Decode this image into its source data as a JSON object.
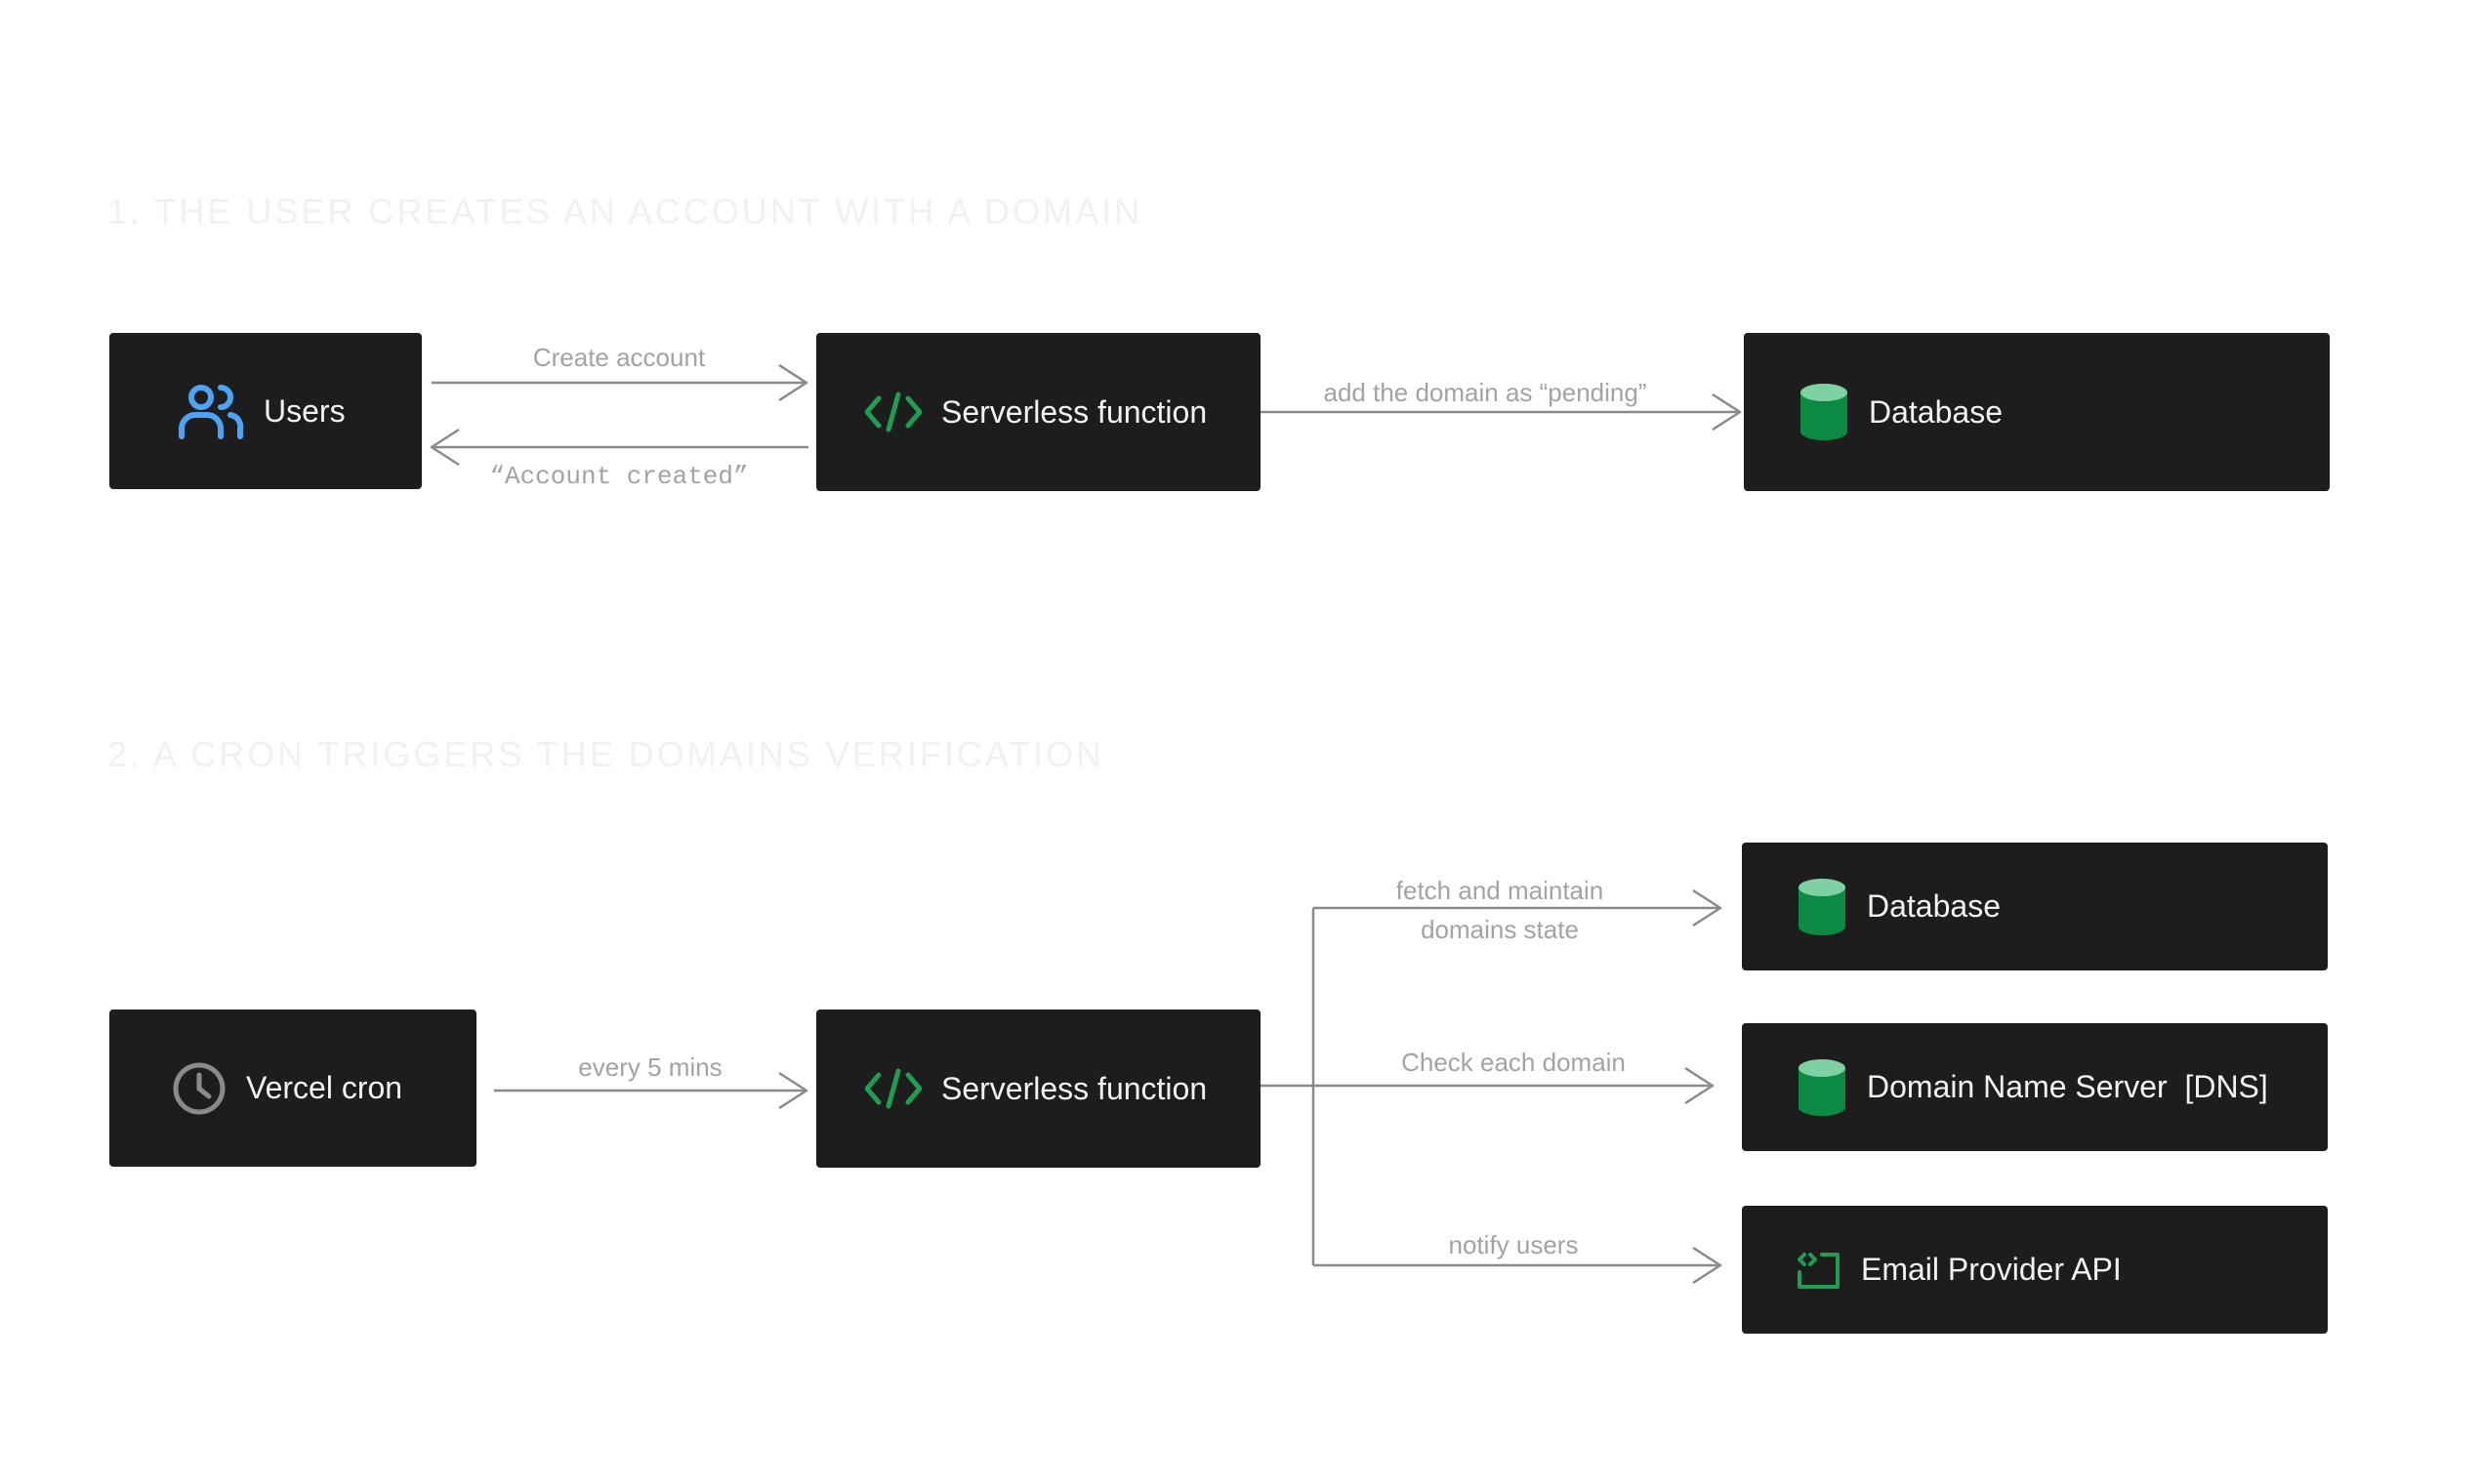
{
  "section1": {
    "heading": "1. THE USER CREATES AN ACCOUNT WITH A DOMAIN",
    "users": {
      "label": "Users",
      "icon": "users-icon"
    },
    "serverless": {
      "label": "Serverless function",
      "icon": "code-icon"
    },
    "database": {
      "label": "Database",
      "icon": "database-icon"
    },
    "edges": {
      "create_account": "Create account",
      "account_created": "“Account created”",
      "add_pending": "add the domain as “pending”"
    }
  },
  "section2": {
    "heading": "2. A CRON TRIGGERS THE DOMAINS VERIFICATION",
    "cron": {
      "label": "Vercel cron",
      "icon": "clock-icon"
    },
    "serverless": {
      "label": "Serverless function",
      "icon": "code-icon"
    },
    "database": {
      "label": "Database",
      "icon": "database-icon"
    },
    "dns": {
      "label": "Domain Name Server  [DNS]",
      "icon": "database-icon"
    },
    "email": {
      "label": "Email Provider API",
      "icon": "api-icon"
    },
    "edges": {
      "every_5_mins": "every 5 mins",
      "fetch_line1": "fetch and maintain",
      "fetch_line2": "domains state",
      "check_each_domain": "Check each domain",
      "notify_users": "notify users"
    }
  },
  "colors": {
    "node_bg": "#1d1d1d",
    "heading": "#f1f1f1",
    "edge": "#8a8a8a",
    "edge_label": "#a3a3a3",
    "users_icon": "#4ea3f5",
    "code_icon": "#1f9d55",
    "database_icon": "#0c8a43",
    "database_icon_top": "#7fd0a3",
    "clock_icon": "#8a8a8a"
  }
}
